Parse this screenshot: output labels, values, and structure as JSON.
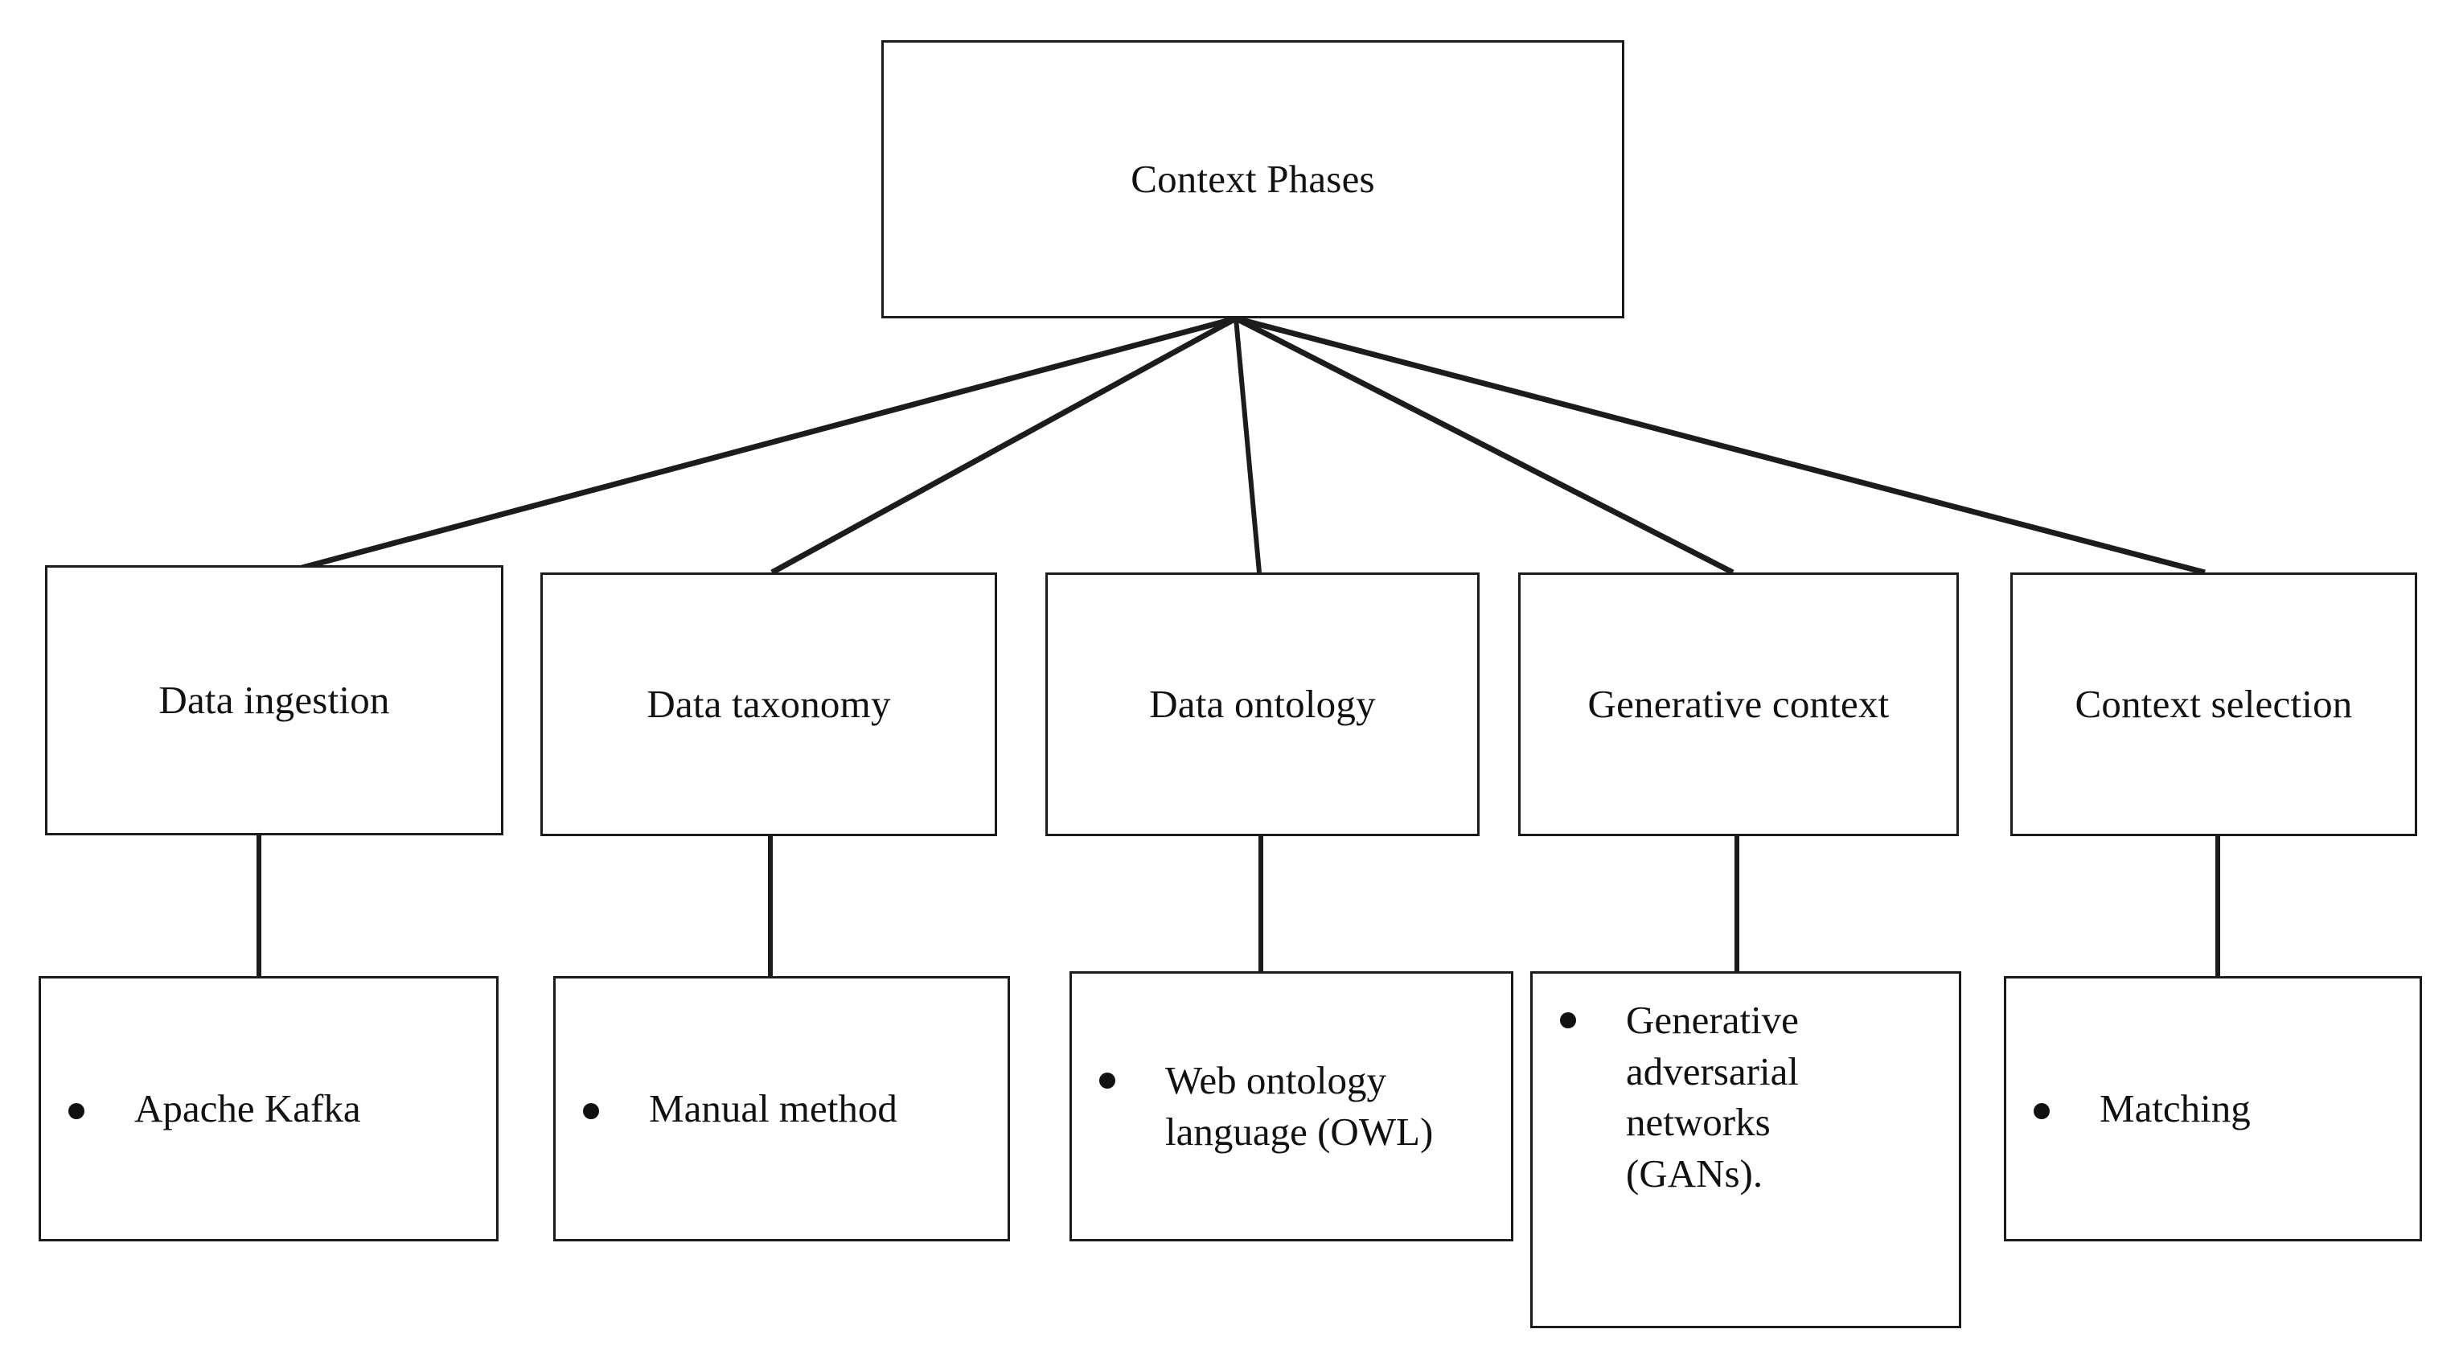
{
  "diagram": {
    "title": "Context Phases",
    "root": {
      "label": "Context Phases"
    },
    "phases": [
      {
        "label": "Data ingestion",
        "item": "Apache Kafka",
        "bullet": "bullet-dot"
      },
      {
        "label": "Data taxonomy",
        "item": "Manual method",
        "bullet": "bullet-dot"
      },
      {
        "label": "Data ontology",
        "item": "Web ontology\nlanguage (OWL)",
        "bullet": "bullet-dot"
      },
      {
        "label": "Generative context",
        "item": "Generative\nadversarial\nnetworks\n(GANs).",
        "bullet": "bullet-dot"
      },
      {
        "label": "Context selection",
        "item": "Matching",
        "bullet": "bullet-dot"
      }
    ],
    "colors": {
      "background": "#ffffff",
      "border": "#1c1c1c",
      "text": "#111111",
      "connector": "#1c1c1c"
    }
  }
}
